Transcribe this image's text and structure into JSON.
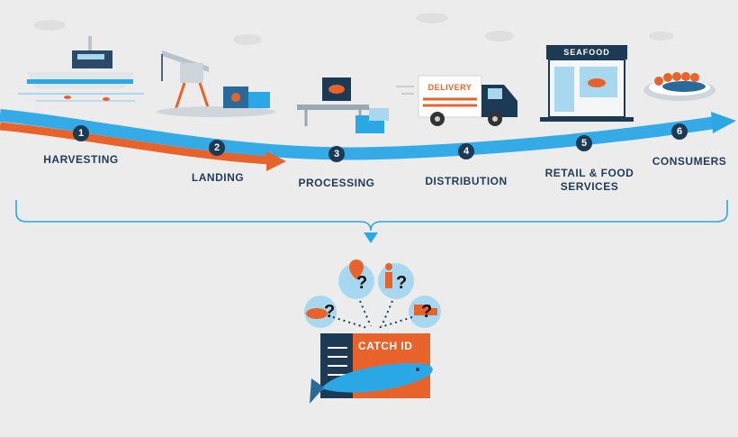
{
  "steps": [
    {
      "num": "1",
      "label": "HARVESTING"
    },
    {
      "num": "2",
      "label": "LANDING"
    },
    {
      "num": "3",
      "label": "PROCESSING"
    },
    {
      "num": "4",
      "label": "DISTRIBUTION"
    },
    {
      "num": "5",
      "label": "RETAIL & FOOD\nSERVICES"
    },
    {
      "num": "6",
      "label": "CONSUMERS"
    }
  ],
  "shop_sign": "SEAFOOD",
  "truck_text": "DELIVERY",
  "catch_id": "CATCH ID",
  "colors": {
    "blue": "#2aa8e6",
    "orange": "#e8632b",
    "navy": "#1d3a55",
    "light_blue": "#a8d8f0"
  }
}
